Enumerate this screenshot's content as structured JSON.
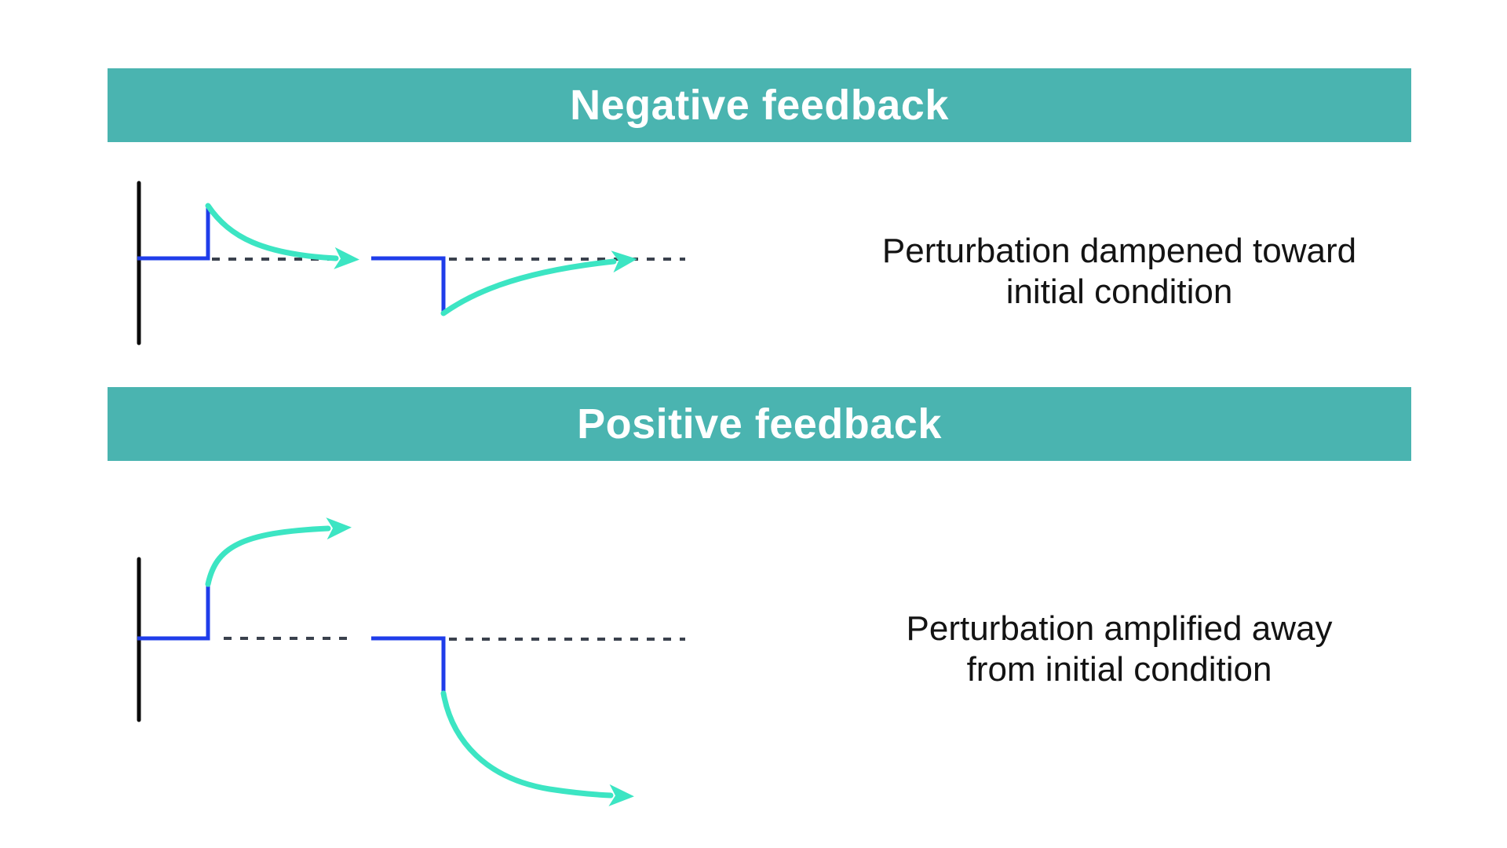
{
  "colors": {
    "page_bg": "#ffffff",
    "banner_teal": "#4ab4b0",
    "banner_text": "#ffffff",
    "line_blue": "#1f3dea",
    "arrow_teal": "#3ce5c3",
    "dash_gray": "#3a414d",
    "axis_black": "#0a0a0a",
    "text_dark": "#131313"
  },
  "sections": {
    "negative": {
      "banner_label": "Negative feedback",
      "caption_line1": "Perturbation dampened toward",
      "caption_line2": "initial condition"
    },
    "positive": {
      "banner_label": "Positive feedback",
      "caption_line1": "Perturbation amplified away",
      "caption_line2": "from initial condition"
    }
  }
}
